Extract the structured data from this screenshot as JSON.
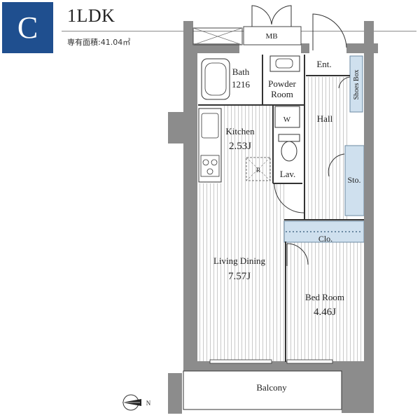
{
  "header": {
    "unit_letter": "C",
    "plan_type": "1LDK",
    "area_text": "専有面積:41.04㎡"
  },
  "rooms": {
    "bath": {
      "name": "Bath",
      "size": "1216"
    },
    "powder_room": {
      "line1": "Powder",
      "line2": "Room"
    },
    "entrance": "Ent.",
    "shoes_box": "Shoes Box",
    "hall": "Hall",
    "washer": "W",
    "kitchen": {
      "name": "Kitchen",
      "size": "2.53J"
    },
    "refrigerator": "R",
    "lavatory": "Lav.",
    "storage": "Sto.",
    "closet": "Clo.",
    "living_dining": {
      "name": "Living Dining",
      "size": "7.57J"
    },
    "bedroom": {
      "name": "Bed Room",
      "size": "4.46J"
    },
    "balcony": "Balcony",
    "meter_box": "MB"
  },
  "compass": {
    "label": "N"
  },
  "colors": {
    "badge": "#1f4f8f",
    "wall": "#8c8c8c",
    "storage_fill": "#cfe0ee",
    "floor_stripe": "#c8c8c8"
  }
}
